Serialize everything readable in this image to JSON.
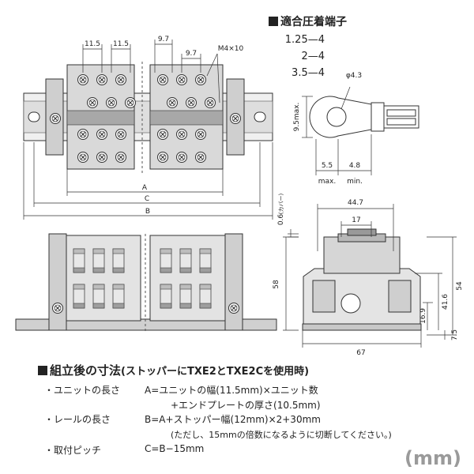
{
  "terminals": {
    "title": "適合圧着端子",
    "items": [
      "1.25—4",
      "2—4",
      "3.5—4"
    ]
  },
  "top_view": {
    "pitch_a": "11.5",
    "pitch_b": "11.5",
    "pitch_c": "9.7",
    "pitch_d": "9.7",
    "screw": "M4×10",
    "dim_a": "A",
    "dim_c": "C",
    "dim_b": "B"
  },
  "lug": {
    "hole": "φ4.3",
    "width": "9.5max.",
    "len1": "5.5",
    "len1_note": "max.",
    "len2": "4.8",
    "len2_note": "min."
  },
  "side_view": {
    "top_w": "44.7",
    "inner_w": "17",
    "gap": "0.6",
    "gap_note": "(カバー)",
    "h_total": "58",
    "h_54": "54",
    "h_416": "41.6",
    "h_169": "16.9",
    "h_75": "7.5",
    "base_w": "67"
  },
  "assembly": {
    "title": "組立後の寸法",
    "subtitle": "(ストッパーにTXE2とTXE2Cを使用時)",
    "unit_len_label": "・ユニットの長さ",
    "unit_len_formula": "A=ユニットの幅(11.5mm)×ユニット数",
    "unit_len_formula2": "+エンドプレートの厚さ(10.5mm)",
    "rail_len_label": "・レールの長さ",
    "rail_len_formula": "B=A+ストッパー幅(12mm)×2+30mm",
    "rail_note": "(ただし、15mmの倍数になるように切断してください。)",
    "pitch_label": "・取付ピッチ",
    "pitch_formula": "C=B−15mm"
  },
  "unit_label": "(mm)"
}
